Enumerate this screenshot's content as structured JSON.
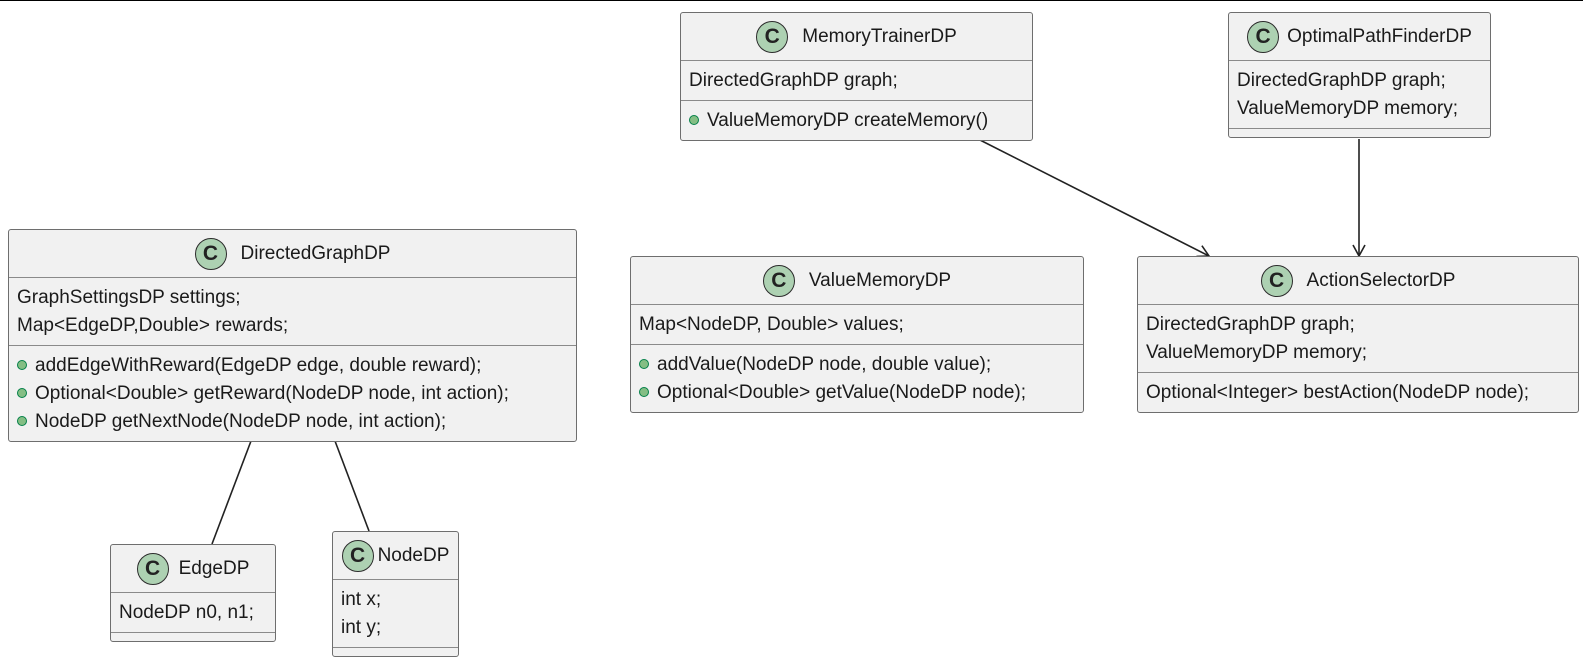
{
  "classes": {
    "memory_trainer": {
      "name": "MemoryTrainerDP",
      "fields": [
        "DirectedGraphDP graph;"
      ],
      "methods": [
        "ValueMemoryDP createMemory()"
      ]
    },
    "optimal_path_finder": {
      "name": "OptimalPathFinderDP",
      "fields": [
        "DirectedGraphDP graph;",
        "ValueMemoryDP memory;"
      ]
    },
    "directed_graph": {
      "name": "DirectedGraphDP",
      "fields": [
        "GraphSettingsDP settings;",
        "Map<EdgeDP,Double> rewards;"
      ],
      "methods": [
        "addEdgeWithReward(EdgeDP edge, double reward);",
        "Optional<Double> getReward(NodeDP node, int action);",
        "NodeDP getNextNode(NodeDP node, int action);"
      ]
    },
    "value_memory": {
      "name": "ValueMemoryDP",
      "fields": [
        "Map<NodeDP, Double> values;"
      ],
      "methods": [
        "addValue(NodeDP node, double value);",
        "Optional<Double> getValue(NodeDP node);"
      ]
    },
    "action_selector": {
      "name": "ActionSelectorDP",
      "fields": [
        "DirectedGraphDP graph;",
        "ValueMemoryDP memory;"
      ],
      "methods": [
        "Optional<Integer> bestAction(NodeDP node);"
      ]
    },
    "edge": {
      "name": "EdgeDP",
      "fields": [
        "NodeDP n0, n1;"
      ]
    },
    "node": {
      "name": "NodeDP",
      "fields": [
        "int x;",
        "int y;"
      ]
    }
  },
  "badge_letter": "C",
  "colors": {
    "box_fill": "#f1f1f1",
    "box_border": "#6e6e6e",
    "badge_fill": "#add1b2",
    "method_dot": "#84be84",
    "line": "#222222"
  }
}
